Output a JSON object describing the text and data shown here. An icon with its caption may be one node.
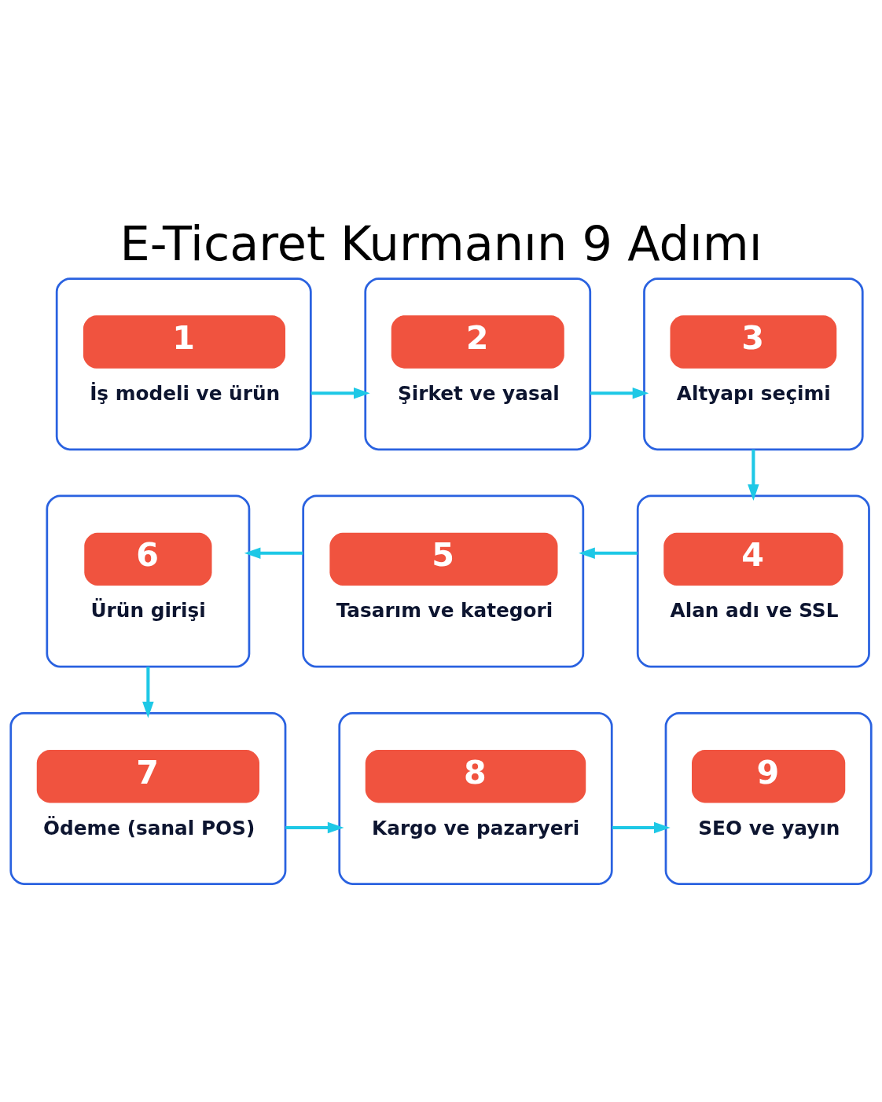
{
  "diagram": {
    "title": "E-Ticaret Kurmanın 9 Adımı",
    "nodes": [
      {
        "text": [
          "1",
          "İş modeli ve ürün"
        ]
      },
      {
        "text": [
          "2",
          "Şirket ve yasal"
        ]
      },
      {
        "text": [
          "3",
          "Altyapı seçimi"
        ]
      },
      {
        "text": [
          "4",
          "Alan adı ve SSL"
        ]
      },
      {
        "text": [
          "5",
          "Tasarım ve kategori"
        ]
      },
      {
        "text": [
          "6",
          "Ürün girişi"
        ]
      },
      {
        "text": [
          "7",
          "Ödeme (sanal POS)"
        ]
      },
      {
        "text": [
          "8",
          "Kargo ve pazaryeri"
        ]
      },
      {
        "text": [
          "9",
          "SEO ve yayın"
        ]
      }
    ],
    "edges": [
      {
        "from": 0,
        "to": 1,
        "arrow": "to"
      },
      {
        "from": 1,
        "to": 2,
        "arrow": "to"
      },
      {
        "from": 2,
        "to": 3,
        "arrow": "to"
      },
      {
        "from": 3,
        "to": 4,
        "arrow": "to"
      },
      {
        "from": 4,
        "to": 5,
        "arrow": "to"
      },
      {
        "from": 5,
        "to": 6,
        "arrow": "to"
      },
      {
        "from": 6,
        "to": 7,
        "arrow": "to"
      },
      {
        "from": 7,
        "to": 8,
        "arrow": "to"
      }
    ]
  }
}
